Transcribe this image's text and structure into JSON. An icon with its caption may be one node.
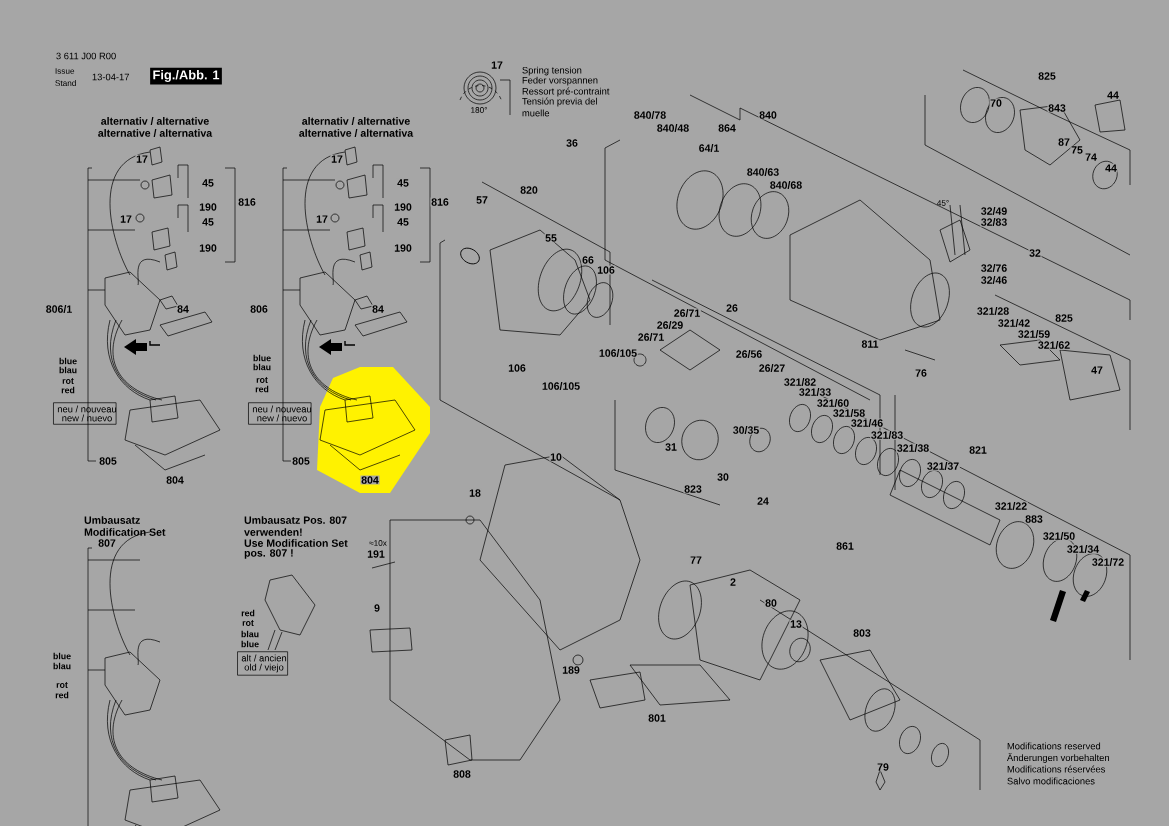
{
  "diagram": {
    "labels": [
      "3 611 J00 R00",
      "Issue",
      "Stand",
      "13-04-17",
      "Fig./Abb. 1",
      "alternativ / alternative",
      "alternative / alternativa",
      "17",
      "45",
      "190",
      "816",
      "17",
      "45",
      "190",
      "806/1",
      "84",
      "blue",
      "blau",
      "rot",
      "red",
      "neu / nouveau",
      "new / nuevo",
      "805",
      "804",
      "alternativ / alternative",
      "alternative / alternativa",
      "17",
      "45",
      "190",
      "816",
      "17",
      "45",
      "190",
      "806",
      "84",
      "blue",
      "blau",
      "rot",
      "red",
      "neu / nouveau",
      "new / nuevo",
      "805",
      "804",
      "Umbausatz",
      "Modification Set",
      "807",
      "blue",
      "blau",
      "rot",
      "red",
      "Umbausatz Pos. 807",
      "verwenden!",
      "Use Modification Set",
      "pos. 807 !",
      "red",
      "rot",
      "blau",
      "blue",
      "alt / ancien",
      "old / viejo",
      "≈10x",
      "191",
      "9",
      "17",
      "180°",
      "Spring tension",
      "Feder vorspannen",
      "Ressort pré-contraint",
      "Tensión previa del",
      "muelle",
      "840/78",
      "840",
      "840/48",
      "864",
      "36",
      "64/1",
      "840/63",
      "840/68",
      "820",
      "57",
      "55",
      "66",
      "106",
      "26",
      "26/71",
      "26/29",
      "26/71",
      "106/105",
      "26/56",
      "106",
      "26/27",
      "106/105",
      "30/35",
      "31",
      "10",
      "30",
      "823",
      "18",
      "24",
      "861",
      "77",
      "2",
      "80",
      "13",
      "189",
      "801",
      "808",
      "825",
      "44",
      "70",
      "843",
      "87",
      "75",
      "74",
      "44",
      "45°",
      "32/49",
      "32/83",
      "32",
      "32/76",
      "32/46",
      "321/28",
      "825",
      "321/42",
      "321/59",
      "811",
      "321/62",
      "76",
      "47",
      "321/82",
      "321/33",
      "321/60",
      "321/58",
      "321/46",
      "321/83",
      "321/38",
      "821",
      "321/37",
      "321/22",
      "883",
      "321/50",
      "321/34",
      "321/72",
      "803",
      "79",
      "Modifications reserved",
      "Änderungen vorbehalten",
      "Modifications réservées",
      "Salvo modificaciones"
    ]
  }
}
